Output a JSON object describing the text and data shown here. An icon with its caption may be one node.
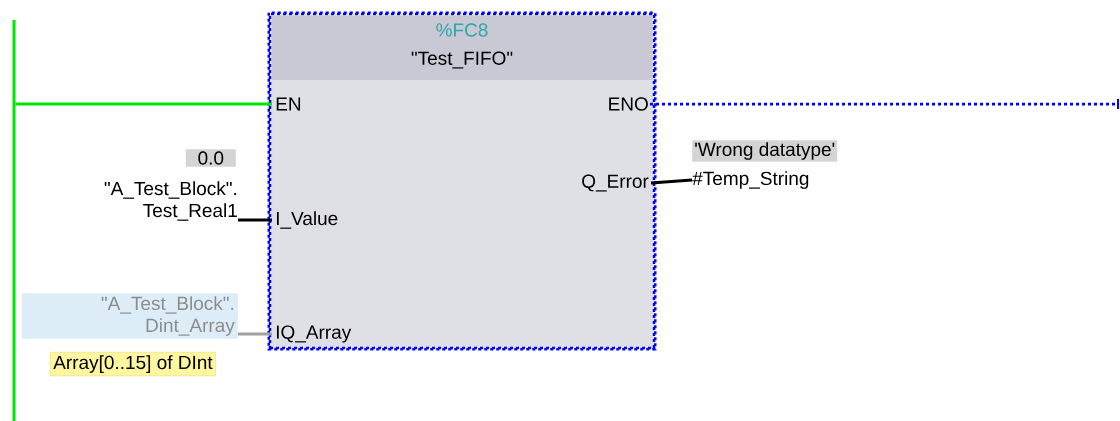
{
  "diagram": {
    "nodes": [
      {
        "text": [
          "%FC8",
          "\"Test_FIFO\""
        ]
      },
      {
        "text": [
          "EN"
        ],
        "in": 0
      },
      {
        "text": [
          "ENO"
        ],
        "in": 0
      },
      {
        "text": [
          "Q_Error"
        ],
        "in": 0
      },
      {
        "text": [
          "I_Value"
        ],
        "in": 0
      },
      {
        "text": [
          "IQ_Array"
        ],
        "in": 0
      },
      {
        "text": [],
        "shape": "bar"
      },
      {
        "text": [
          "\"A_Test_Block\". Test_Real1"
        ],
        "beside": [
          "0.0"
        ]
      },
      {
        "text": [
          "#Temp_String"
        ],
        "beside": [
          "'Wrong datatype'"
        ]
      },
      {
        "text": [
          "\"A_Test_Block\". Dint_Array"
        ],
        "beside": [
          "Array[0..15] of DInt"
        ]
      }
    ],
    "edges": [
      {
        "from": 6,
        "to": 1,
        "arrow": "none",
        "color": "#00e600"
      },
      {
        "from": 2,
        "to": null,
        "arrow": "none",
        "style": "dashed",
        "color": "#0000ff"
      },
      {
        "from": 7,
        "to": 4,
        "arrow": "none"
      },
      {
        "from": 3,
        "to": 8,
        "arrow": "none"
      },
      {
        "from": 9,
        "to": 5,
        "arrow": "none",
        "color": "#a0a0a0"
      }
    ]
  }
}
